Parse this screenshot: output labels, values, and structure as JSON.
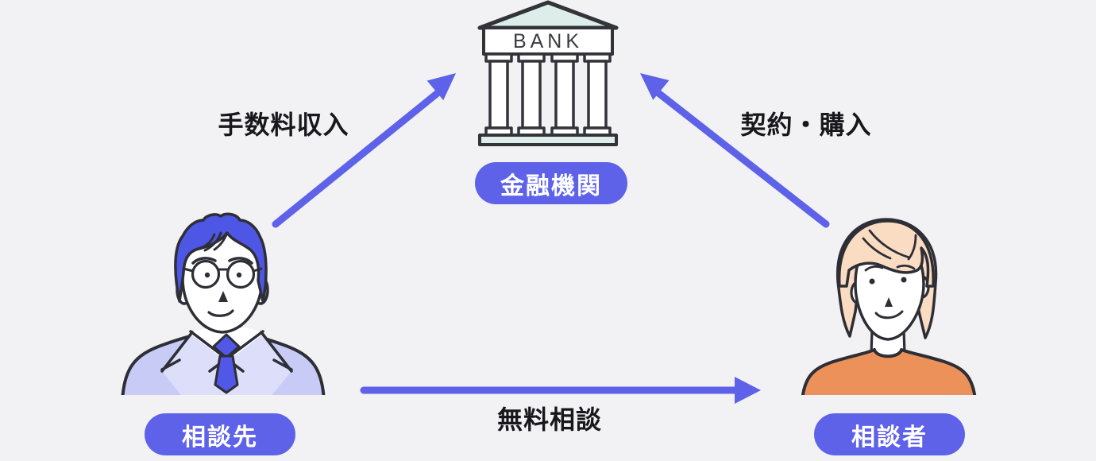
{
  "diagram": {
    "nodes": {
      "bank": {
        "label": "金融機関",
        "sign": "BANK",
        "icon": "bank-building"
      },
      "advisor": {
        "label": "相談先",
        "icon": "male-advisor-with-glasses"
      },
      "client": {
        "label": "相談者",
        "icon": "female-client"
      }
    },
    "edges": {
      "commission": {
        "label": "手数料収入",
        "from": "advisor",
        "to": "bank"
      },
      "contract": {
        "label": "契約・購入",
        "from": "client",
        "to": "bank"
      },
      "consultation": {
        "label": "無料相談",
        "from": "advisor",
        "to": "client"
      }
    }
  },
  "colors": {
    "background": "#F2F2F4",
    "accent": "#5D62E9",
    "badge_text": "#FFFFFF",
    "label_text": "#17171C",
    "outline": "#2E2E36",
    "bank_outline": "#33333A",
    "bank_roof": "#DDEDEA",
    "bank_fill": "#FFFFFF",
    "man_hair": "#4E56E6",
    "man_suit": "#C7CBF6",
    "man_suit_lapel": "#DCDEFA",
    "man_tie": "#5157E6",
    "woman_hair": "#FADCC2",
    "woman_shirt": "#EB9159"
  }
}
